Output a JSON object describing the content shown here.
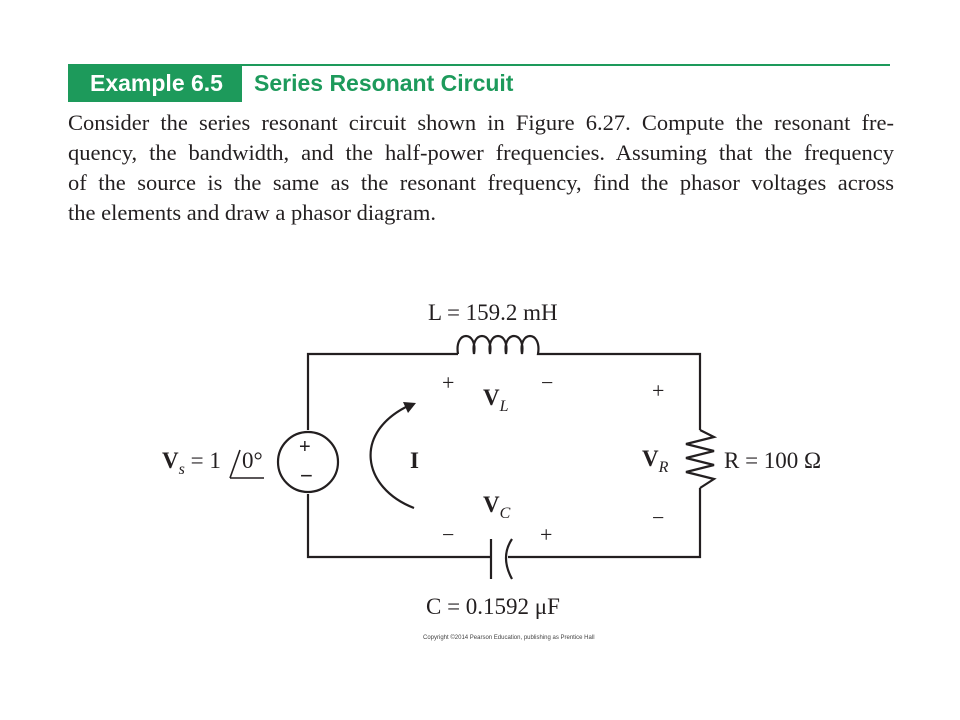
{
  "header": {
    "example_label": "Example 6.5",
    "title": "Series Resonant Circuit"
  },
  "problem_lines": [
    "Consider the series resonant circuit shown in Figure 6.27. Compute the resonant fre-",
    "quency, the bandwidth, and the half-power frequencies. Assuming that the frequency",
    "of the source is the same as the resonant frequency, find the phasor voltages across",
    "the elements and draw a phasor diagram."
  ],
  "circuit": {
    "inductor_label": "L = 159.2 mH",
    "capacitor_label": "C = 0.1592 μF",
    "resistor_label": "R = 100 Ω",
    "source_label_base": "V",
    "source_label_sub": "s",
    "source_label_value": " = 1",
    "source_angle": "0°",
    "current_label": "I",
    "vl_base": "V",
    "vl_sub": "L",
    "vr_base": "V",
    "vr_sub": "R",
    "vc_base": "V",
    "vc_sub": "C",
    "plus": "+",
    "minus": "−"
  },
  "footer": {
    "copyright": "Copyright ©2014 Pearson Education, publishing as Prentice Hall"
  }
}
